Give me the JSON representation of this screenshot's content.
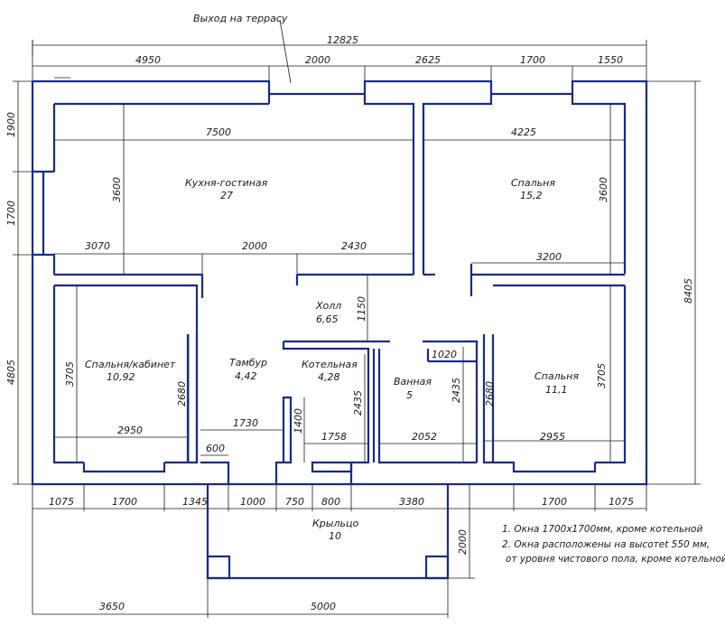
{
  "plan": {
    "terrace_exit_label": "Выход на террасу",
    "wall_color": "#1a2a8c",
    "line_color": "#1a1a1a",
    "overall": {
      "width": "12825",
      "depth": "8405"
    },
    "top_dims": [
      "4950",
      "2000",
      "2625",
      "1700",
      "1550"
    ],
    "left_dims": [
      "1900",
      "1700",
      "4805"
    ],
    "bottom_dims": [
      "1075",
      "1700",
      "1345",
      "1000",
      "750",
      "800",
      "3380",
      "1700",
      "1075"
    ],
    "porch_dims": {
      "left": "3650",
      "width": "5000",
      "depth": "2000"
    },
    "inner_dims": {
      "kitchen_width": "7500",
      "kitchen_depth": "3600",
      "kitchen_bottom_left": "3070",
      "kitchen_bottom_mid": "2000",
      "kitchen_bottom_right": "2430",
      "bed1_width": "4225",
      "bed1_depth": "3600",
      "bed1_bottom": "3200",
      "hall_depth": "1150",
      "study_depth": "3705",
      "study_width": "2950",
      "study_side": "2680",
      "vestibule_width": "1730",
      "vestibule_small": "600",
      "boiler_side": "1400",
      "boiler_depth": "2435",
      "boiler_width": "1758",
      "bath_small": "1020",
      "bath_depth": "2435",
      "bath_width": "2052",
      "bed2_side": "2680",
      "bed2_width": "2955",
      "bed2_depth": "3705"
    },
    "rooms": [
      {
        "name": "Кухня-гостиная",
        "area": "27"
      },
      {
        "name": "Спальня",
        "area": "15,2"
      },
      {
        "name": "Холл",
        "area": "6,65"
      },
      {
        "name": "Спальня/кабинет",
        "area": "10,92"
      },
      {
        "name": "Тамбур",
        "area": "4,42"
      },
      {
        "name": "Котельная",
        "area": "4,28"
      },
      {
        "name": "Ванная",
        "area": "5"
      },
      {
        "name": "Спальня",
        "area": "11,1"
      },
      {
        "name": "Крыльцо",
        "area": "10"
      }
    ],
    "notes": [
      "1. Окна 1700x1700мм, кроме котельной",
      "2. Окна расположены на высотеt 550 мм,",
      "от уровня чистового пола, кроме котельной."
    ]
  }
}
